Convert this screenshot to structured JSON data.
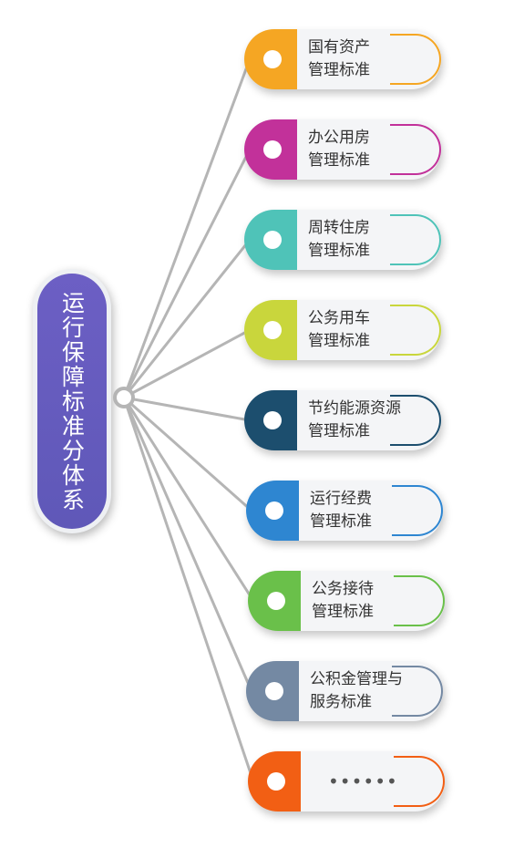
{
  "root": {
    "label": "运行保障标准分体系",
    "color": "#6059b9"
  },
  "line_color": "#b5b5b5",
  "items": [
    {
      "line1": "国有资产",
      "line2": "管理标准",
      "color": "#f5a623",
      "icon": "circle-dot-icon"
    },
    {
      "line1": "办公用房",
      "line2": "管理标准",
      "color": "#c2319a",
      "icon": "circle-dot-icon"
    },
    {
      "line1": "周转住房",
      "line2": "管理标准",
      "color": "#4fc3b8",
      "icon": "circle-dot-icon"
    },
    {
      "line1": "公务用车",
      "line2": "管理标准",
      "color": "#c9d63c",
      "icon": "circle-dot-icon"
    },
    {
      "line1": "节约能源资源",
      "line2": "管理标准",
      "color": "#1c4e6e",
      "icon": "circle-dot-icon"
    },
    {
      "line1": "运行经费",
      "line2": "管理标准",
      "color": "#2e86d1",
      "icon": "circle-dot-icon"
    },
    {
      "line1": "公务接待",
      "line2": "管理标准",
      "color": "#6ac04a",
      "icon": "circle-dot-icon"
    },
    {
      "line1": "公积金管理与",
      "line2": "服务标准",
      "color": "#7489a3",
      "icon": "circle-dot-icon"
    },
    {
      "line1": "••••••",
      "line2": "",
      "color": "#f25f14",
      "icon": "circle-dot-icon"
    }
  ]
}
